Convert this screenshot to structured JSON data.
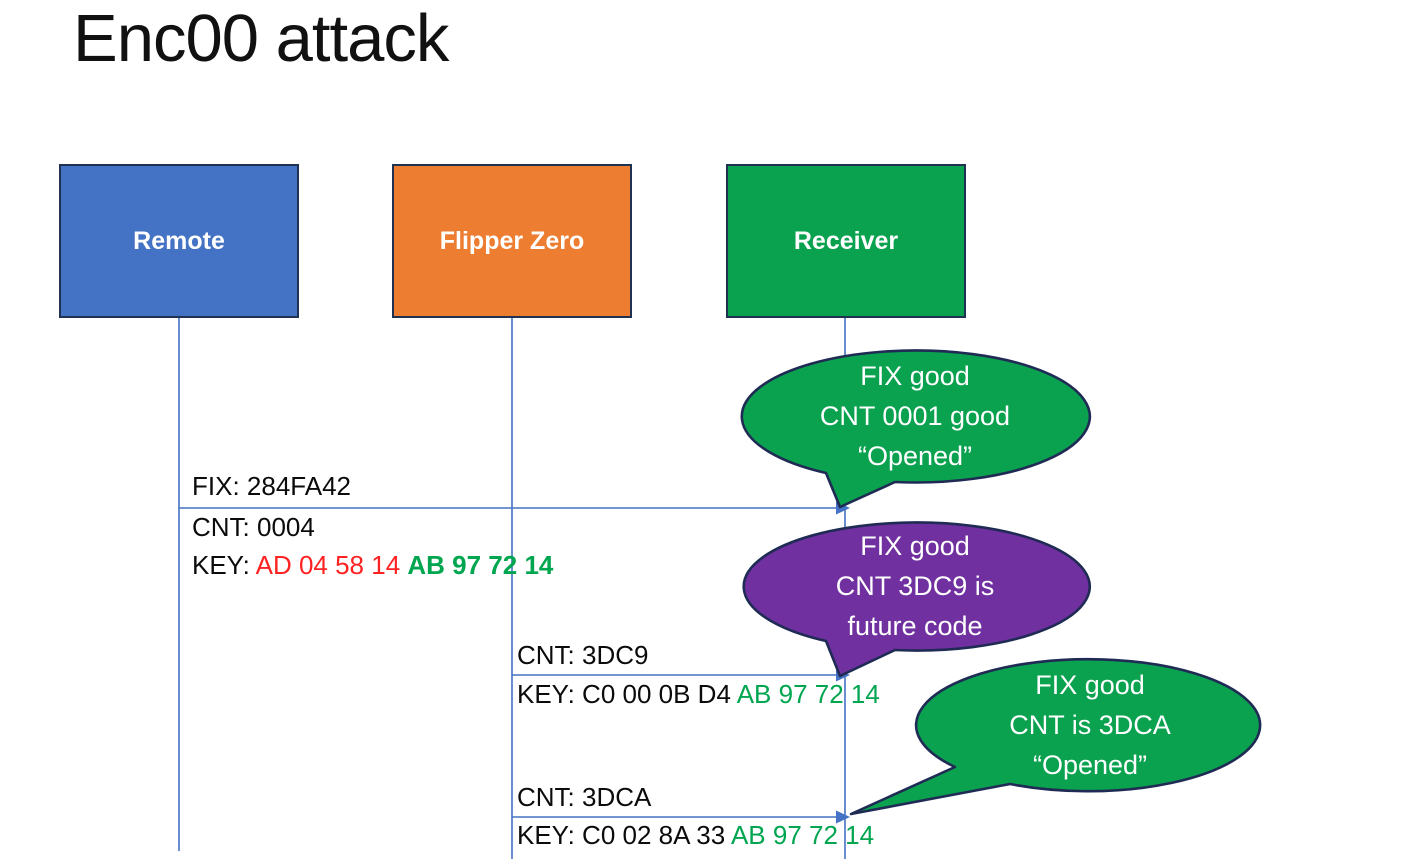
{
  "title": "Enc00 attack",
  "actors": [
    {
      "label": "Remote",
      "color": "#4472C4"
    },
    {
      "label": "Flipper Zero",
      "color": "#ED7D31"
    },
    {
      "label": "Receiver",
      "color": "#0AA24F"
    }
  ],
  "messages": [
    {
      "above": "FIX: 284FA42",
      "cnt": "CNT: 0004",
      "key_label": "KEY: ",
      "key_changed": "AD 04 58 14 ",
      "key_fixed": "AB 97 72 14"
    },
    {
      "above": "CNT: 3DC9",
      "key_label": "KEY: C0 00 0B D4 ",
      "key_fixed": "AB 97 72 14"
    },
    {
      "above": "CNT: 3DCA",
      "key_label": "KEY: C0 02 8A 33 ",
      "key_fixed": "AB 97 72 14"
    }
  ],
  "callouts": [
    {
      "color": "#0AA24F",
      "lines": [
        "FIX good",
        "CNT 0001 good",
        "“Opened”"
      ]
    },
    {
      "color": "#7030A0",
      "lines": [
        "FIX good",
        "CNT 3DC9 is",
        "future code"
      ]
    },
    {
      "color": "#0AA24F",
      "lines": [
        "FIX good",
        "CNT is 3DCA",
        "“Opened”"
      ]
    }
  ],
  "colors": {
    "lifeline_arrow": "#4472C4",
    "key_changed_red": "#FF2222",
    "key_fixed_green": "#00A64F",
    "shape_outline_navy": "#1F2B54",
    "actor_border": "#1F3251"
  }
}
